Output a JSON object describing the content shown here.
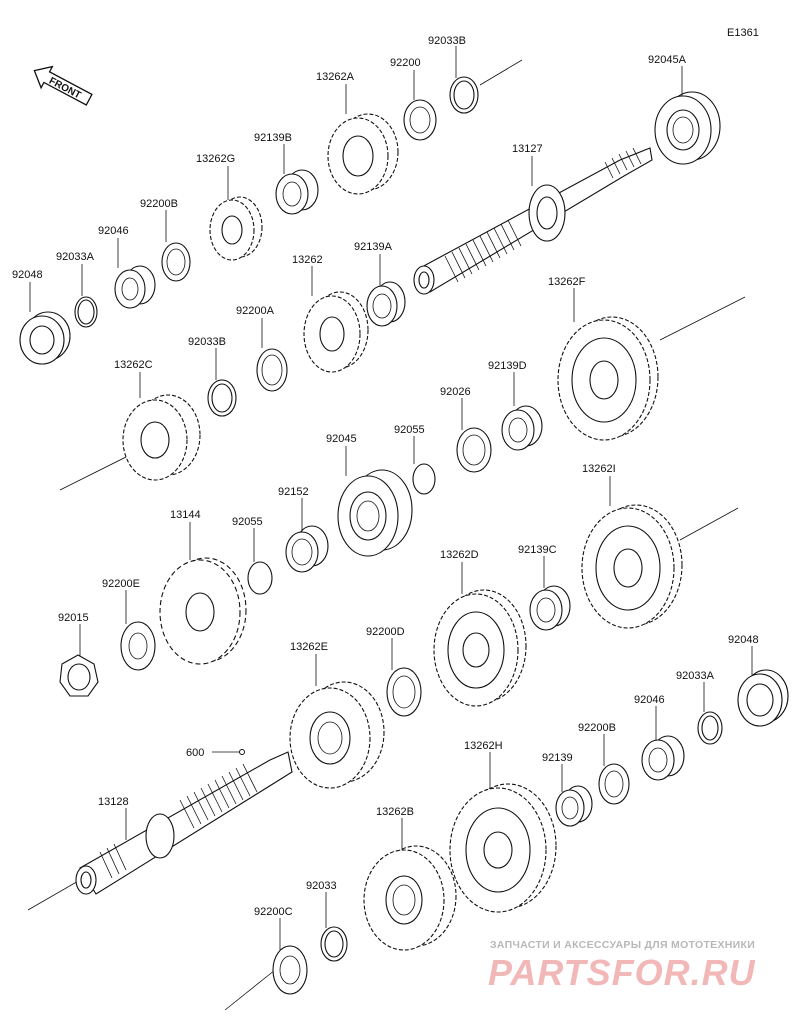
{
  "diagram": {
    "code": "E1361",
    "front_label": "FRONT",
    "watermark": {
      "line1": "ЗАПЧАСТИ И АКСЕССУАРЫ ДЛЯ МОТОТЕХНИКИ",
      "line2": "PARTSFOR.RU"
    },
    "parts": [
      {
        "label": "92033B"
      },
      {
        "label": "92200"
      },
      {
        "label": "13262A"
      },
      {
        "label": "92045A"
      },
      {
        "label": "13127"
      },
      {
        "label": "92139B"
      },
      {
        "label": "13262G"
      },
      {
        "label": "92200B"
      },
      {
        "label": "92046"
      },
      {
        "label": "92033A"
      },
      {
        "label": "92048"
      },
      {
        "label": "13262"
      },
      {
        "label": "92139A"
      },
      {
        "label": "92200A"
      },
      {
        "label": "13262F"
      },
      {
        "label": "92033B"
      },
      {
        "label": "13262C"
      },
      {
        "label": "92139D"
      },
      {
        "label": "92026"
      },
      {
        "label": "92045"
      },
      {
        "label": "92055"
      },
      {
        "label": "92152"
      },
      {
        "label": "13144"
      },
      {
        "label": "92055"
      },
      {
        "label": "13262I"
      },
      {
        "label": "13262D"
      },
      {
        "label": "92139C"
      },
      {
        "label": "92200E"
      },
      {
        "label": "92015"
      },
      {
        "label": "92200D"
      },
      {
        "label": "13262E"
      },
      {
        "label": "92048"
      },
      {
        "label": "92033A"
      },
      {
        "label": "92046"
      },
      {
        "label": "92200B"
      },
      {
        "label": "600"
      },
      {
        "label": "13262H"
      },
      {
        "label": "92139"
      },
      {
        "label": "13128"
      },
      {
        "label": "13262B"
      },
      {
        "label": "92033"
      },
      {
        "label": "92200C"
      }
    ]
  }
}
